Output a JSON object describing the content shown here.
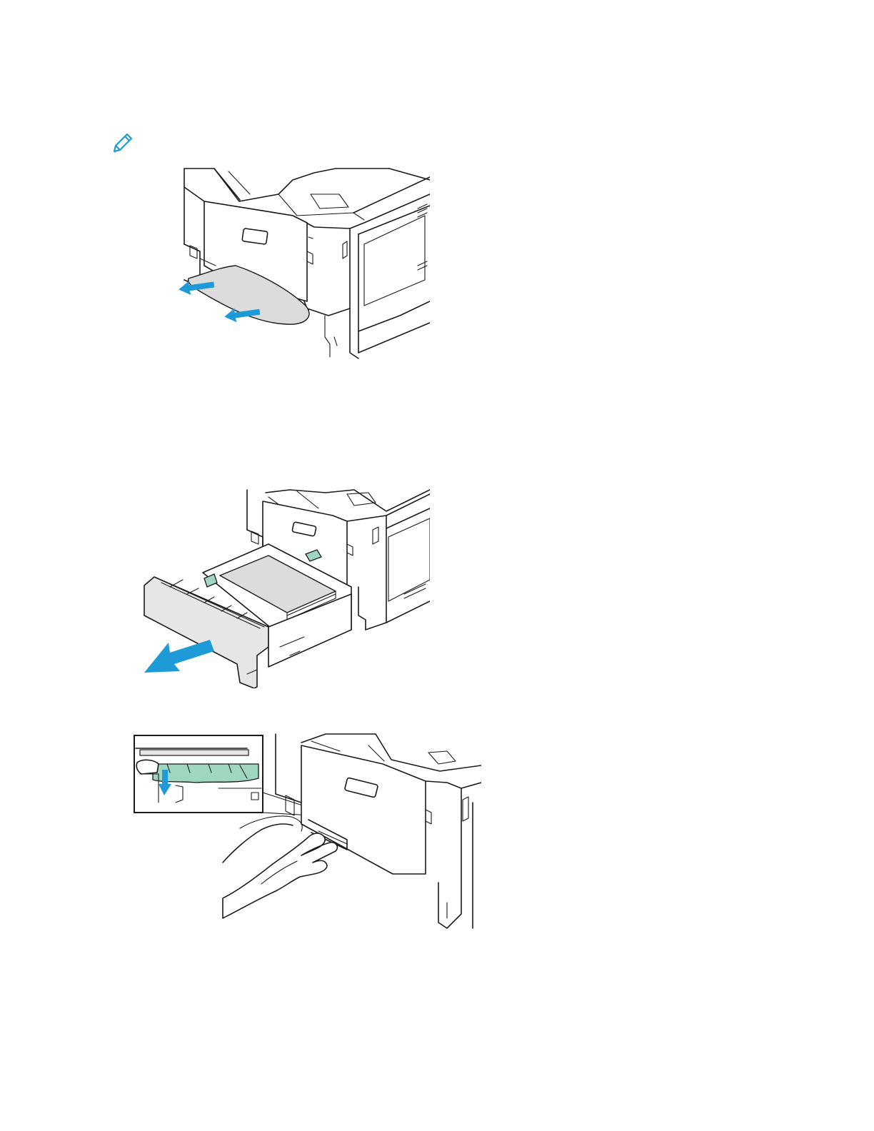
{
  "page": {
    "background": "#ffffff"
  },
  "note": {
    "icon": "pencil-note-icon",
    "color": "#1e9ad6"
  },
  "illustrations": [
    {
      "name": "remove-jammed-paper-from-tray",
      "arrow_color": "#1e9ad6"
    },
    {
      "name": "pull-out-paper-tray",
      "arrow_color": "#1e9ad6"
    },
    {
      "name": "remove-paper-from-feed-area",
      "arrow_color": "#1e9ad6",
      "highlight_color": "#9ed6bf"
    }
  ]
}
